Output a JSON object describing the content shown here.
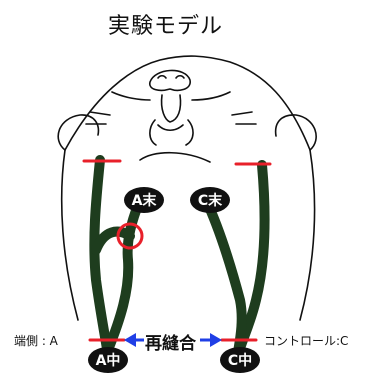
{
  "title": "実験モデル",
  "labels": {
    "a_end": "A末",
    "c_end": "C末",
    "a_mid": "A中",
    "c_mid": "C中",
    "left_caption": "端側 : A",
    "right_caption": "コントロール:C",
    "center_caption": "再縫合"
  },
  "colors": {
    "vessel": "#1e3d1e",
    "ligature": "#e8202a",
    "arrow": "#1f3fe6",
    "badge": "#111111"
  }
}
